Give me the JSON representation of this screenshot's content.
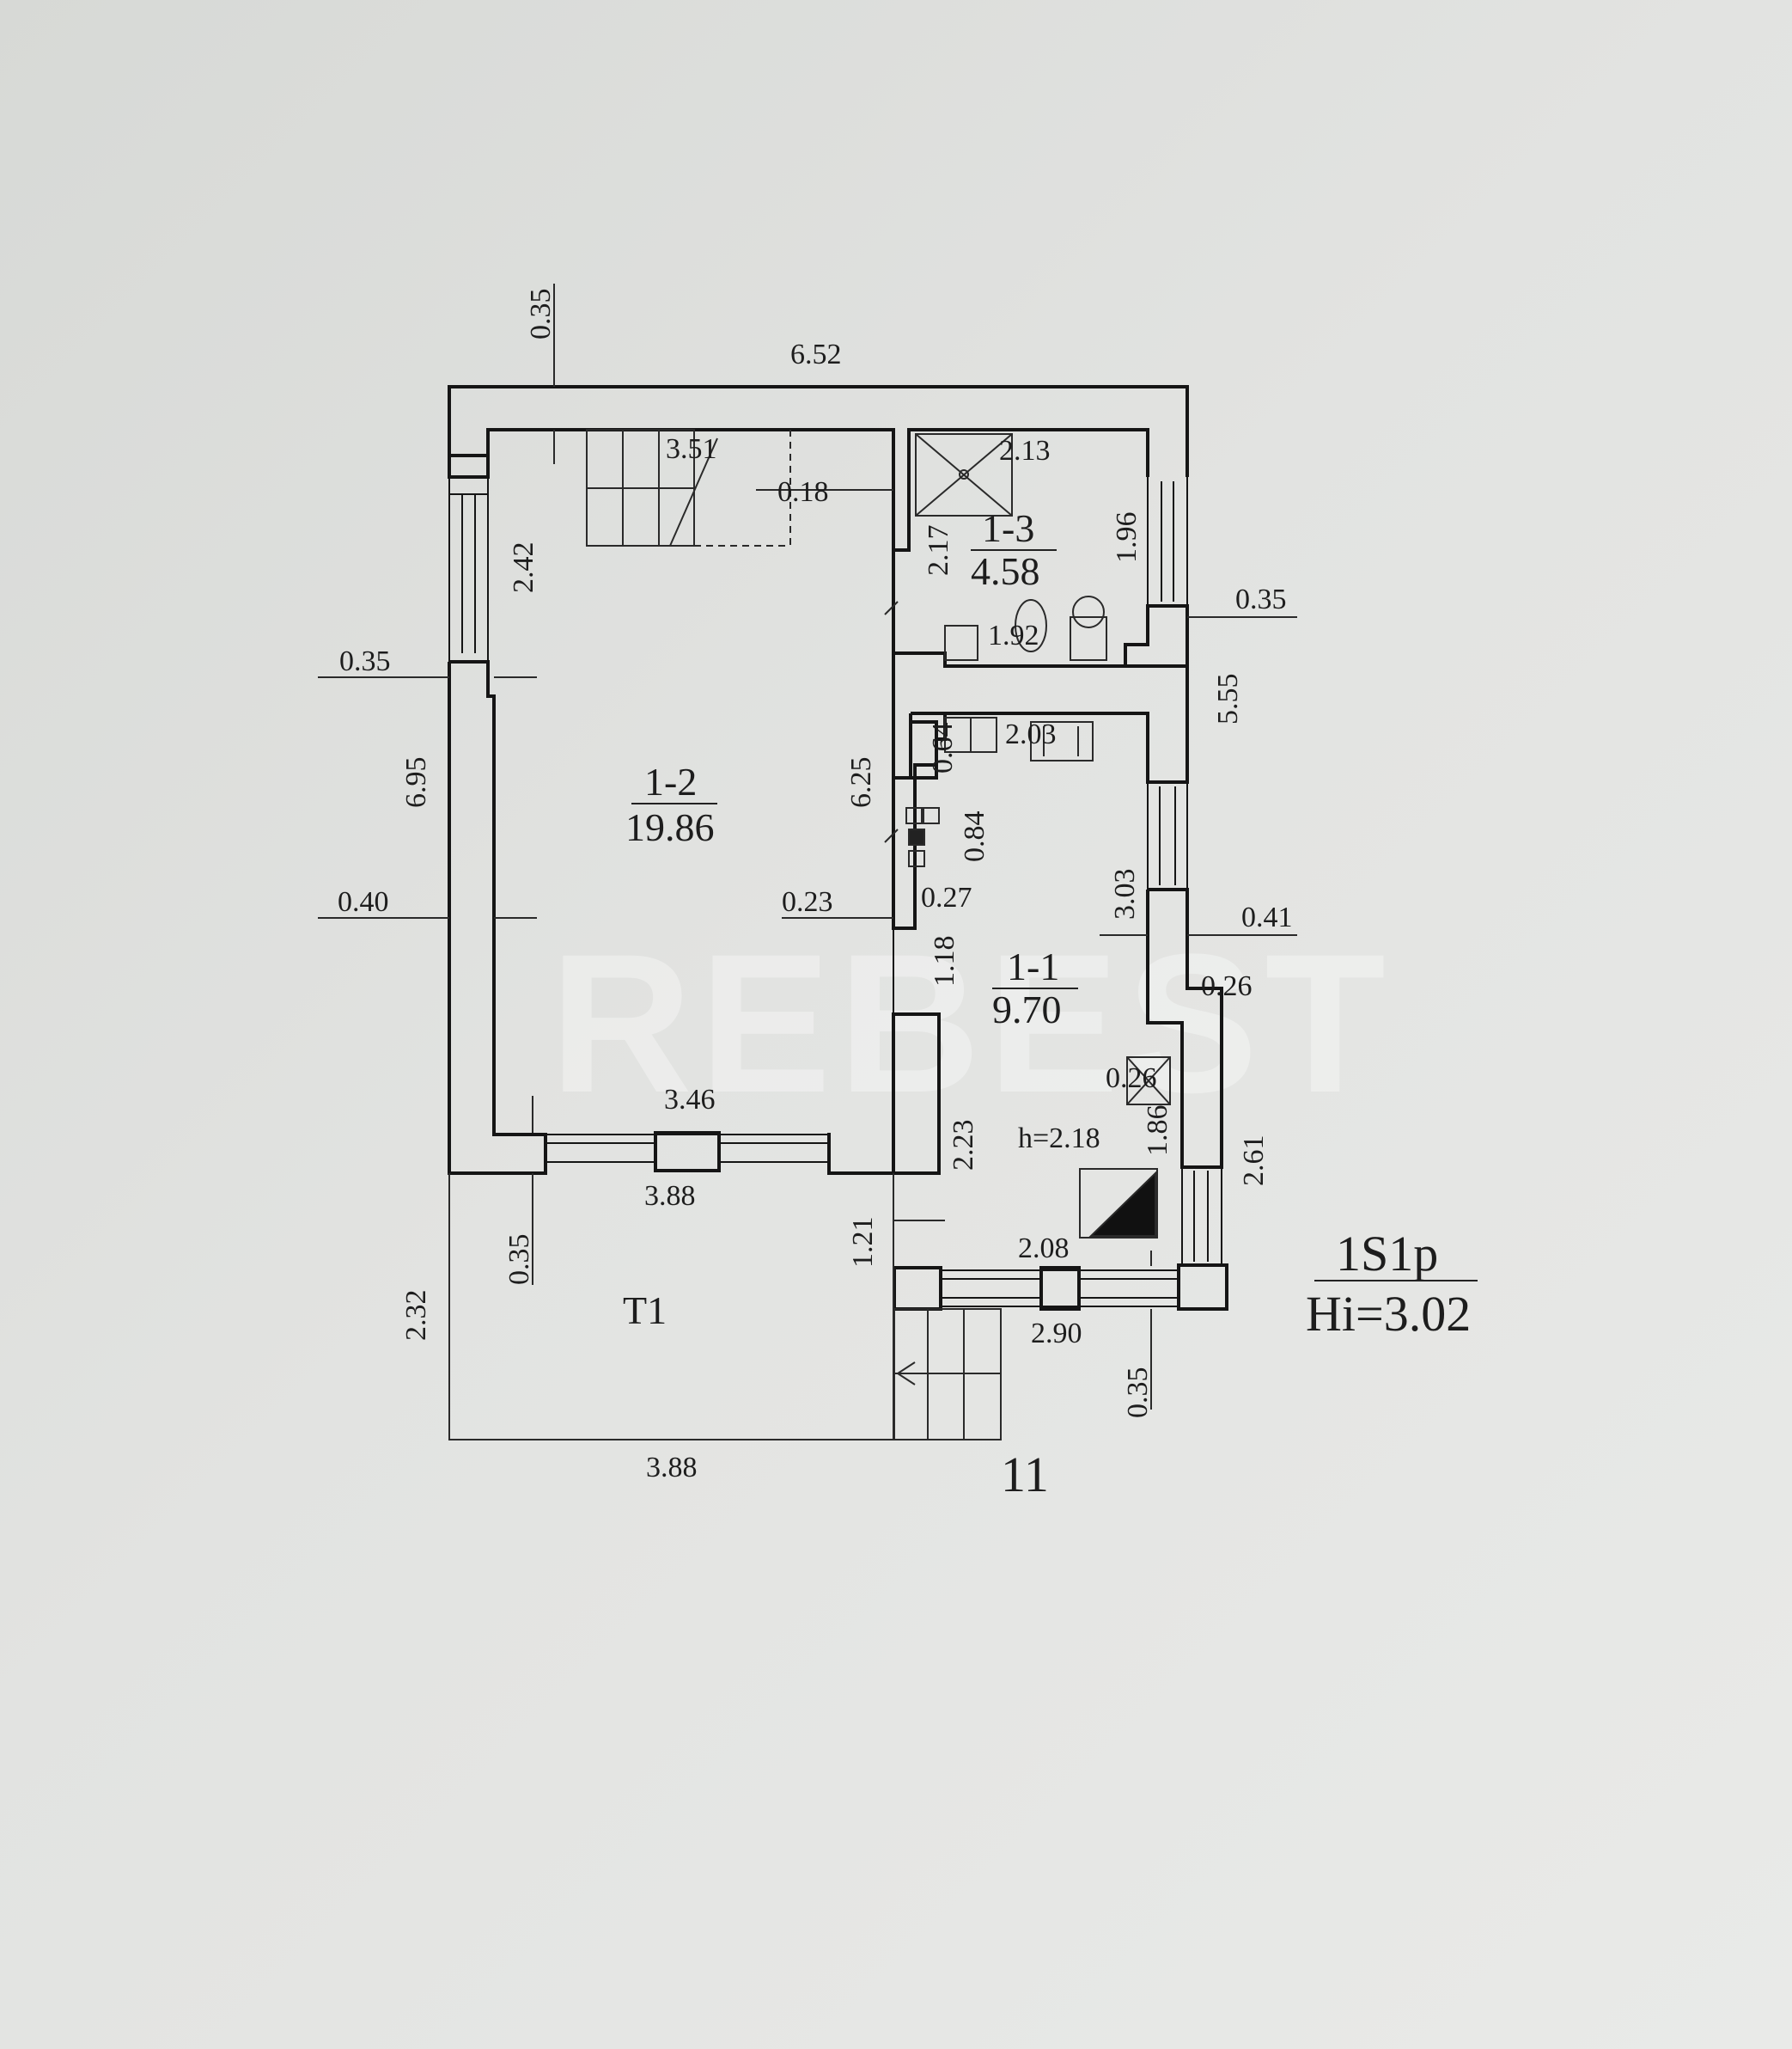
{
  "watermark": "REBEST",
  "rooms": {
    "r12": {
      "id": "1-2",
      "area": "19.86"
    },
    "r13": {
      "id": "1-3",
      "area": "4.58"
    },
    "r11": {
      "id": "1-1",
      "area": "9.70"
    },
    "terrace": {
      "id": "T1"
    }
  },
  "dims": {
    "top_width": "6.52",
    "top_wall": "0.35",
    "stair_len": "3.51",
    "partition_gap": "0.18",
    "bath_width": "2.13",
    "bath_height": "2.17",
    "bath_right": "1.96",
    "bath_bottom": "1.92",
    "right_wall_upper": "0.35",
    "right_len": "5.55",
    "upper_left": "2.42",
    "left_wall_a": "0.35",
    "left_len": "6.95",
    "left_wall_b": "0.40",
    "r12_height": "6.25",
    "kitchen_width": "2.03",
    "kitchen_niche": "0.64",
    "chimney": "0.84",
    "partition_a": "0.23",
    "partition_b": "0.27",
    "r11_left": "1.18",
    "r11_right_window": "3.03",
    "right_wall_lower": "0.41",
    "right_step": "0.26",
    "boiler": "0.26",
    "boiler_h": "1.86",
    "inner_bottom": "3.46",
    "ceiling": "h=2.18",
    "pier": "2.23",
    "right_lower": "2.61",
    "front_width": "3.88",
    "front_wall": "0.35",
    "terrace_depth": "2.32",
    "entry_pier": "1.21",
    "r11_width": "2.08",
    "front_right": "2.90",
    "bottom_wall": "0.35",
    "terrace_width": "3.88"
  },
  "labels": {
    "page_number": "11",
    "plan_code": "1S1p",
    "height": "Hi=3.02"
  }
}
